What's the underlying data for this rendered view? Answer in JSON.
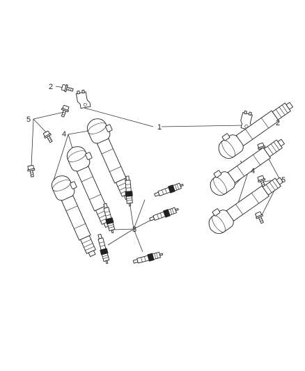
{
  "callouts": {
    "coil_bracket": "1",
    "bracket_bolt": "2",
    "spark_plug": "3",
    "ignition_coil": "4",
    "coil_bolt": "5"
  }
}
